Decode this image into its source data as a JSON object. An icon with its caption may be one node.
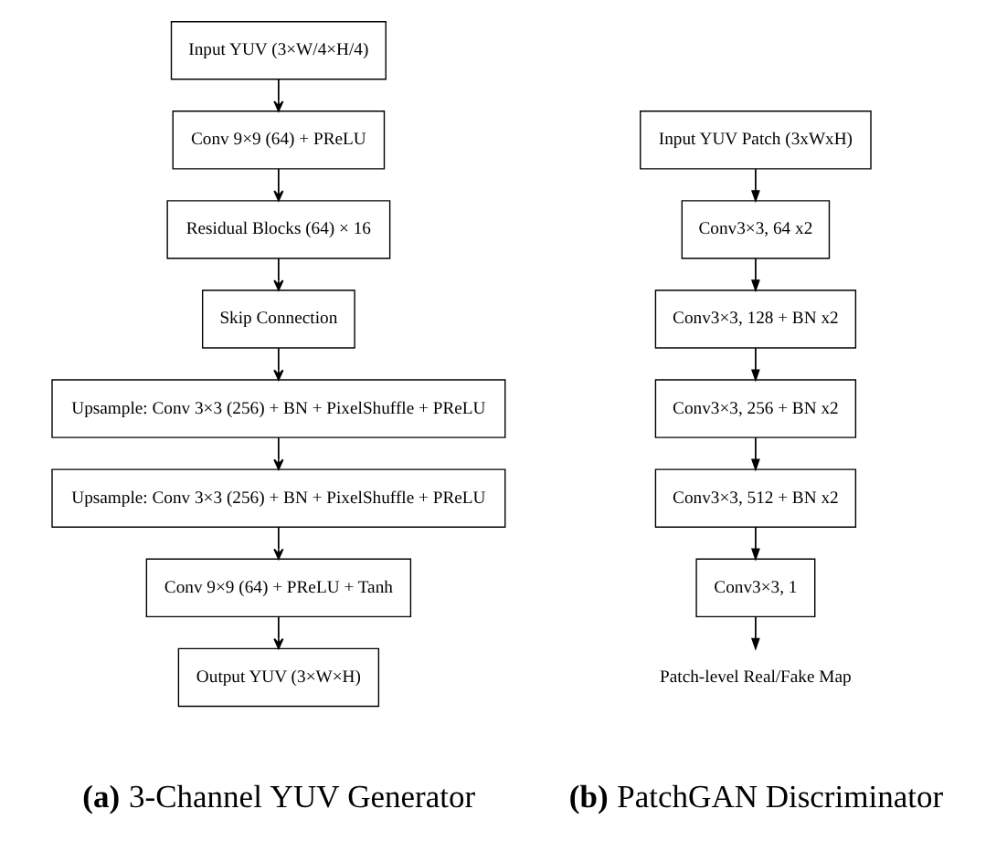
{
  "diagram": {
    "nodes": [
      {
        "text": [
          "Input YUV (3×W/4×H/4)"
        ]
      },
      {
        "text": [
          "Conv 9×9 (64) + PReLU"
        ]
      },
      {
        "text": [
          "Residual Blocks (64) × 16"
        ]
      },
      {
        "text": [
          "Skip Connection"
        ]
      },
      {
        "text": [
          "Upsample: Conv 3×3 (256) + BN + PixelShuffle + PReLU"
        ]
      },
      {
        "text": [
          "Upsample: Conv 3×3 (256) + BN + PixelShuffle + PReLU"
        ]
      },
      {
        "text": [
          "Conv 9×9 (64) + PReLU + Tanh"
        ]
      },
      {
        "text": [
          "Output YUV (3×W×H)"
        ]
      },
      {
        "text": [
          "Input YUV Patch (3xWxH)"
        ]
      },
      {
        "text": [
          "Conv3×3, 64 x2"
        ]
      },
      {
        "text": [
          "Conv3×3, 128 + BN x2"
        ]
      },
      {
        "text": [
          "Conv3×3, 256 + BN x2"
        ]
      },
      {
        "text": [
          "Conv3×3, 512 + BN x2"
        ]
      },
      {
        "text": [
          "Conv3×3, 1"
        ]
      },
      {
        "text": [
          "Patch-level Real/Fake Map"
        ]
      }
    ],
    "edges": [
      {
        "from": 0,
        "to": 1,
        "arrow": "to"
      },
      {
        "from": 1,
        "to": 2,
        "arrow": "to"
      },
      {
        "from": 2,
        "to": 3,
        "arrow": "to"
      },
      {
        "from": 3,
        "to": 4,
        "arrow": "to"
      },
      {
        "from": 4,
        "to": 5,
        "arrow": "to"
      },
      {
        "from": 5,
        "to": 6,
        "arrow": "to"
      },
      {
        "from": 6,
        "to": 7,
        "arrow": "to"
      },
      {
        "from": 8,
        "to": 9,
        "arrow": "to"
      },
      {
        "from": 9,
        "to": 10,
        "arrow": "to"
      },
      {
        "from": 10,
        "to": 11,
        "arrow": "to"
      },
      {
        "from": 11,
        "to": 12,
        "arrow": "to"
      },
      {
        "from": 12,
        "to": 13,
        "arrow": "to"
      },
      {
        "from": 13,
        "to": 14,
        "arrow": "to"
      }
    ],
    "labels": [
      "**(a)** 3-Channel YUV Generator",
      "**(b)** PatchGAN Discriminator"
    ]
  }
}
